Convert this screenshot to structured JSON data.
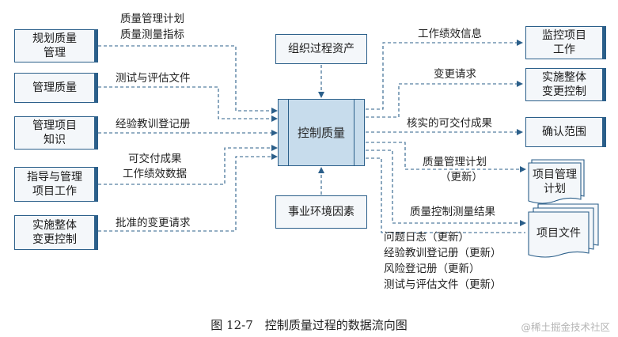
{
  "inputs": [
    {
      "id": "plan-quality",
      "label_lines": [
        "规划质量",
        "管理"
      ],
      "flow_lines": [
        "质量管理计划",
        "质量测量指标"
      ]
    },
    {
      "id": "manage-quality",
      "label_lines": [
        "管理质量"
      ],
      "flow_lines": [
        "测试与评估文件"
      ]
    },
    {
      "id": "manage-knowledge",
      "label_lines": [
        "管理项目",
        "知识"
      ],
      "flow_lines": [
        "经验教训登记册"
      ]
    },
    {
      "id": "direct-work",
      "label_lines": [
        "指导与管理",
        "项目工作"
      ],
      "flow_lines": [
        "可交付成果",
        "工作绩效数据"
      ]
    },
    {
      "id": "change-control",
      "label_lines": [
        "实施整体",
        "变更控制"
      ],
      "flow_lines": [
        "批准的变更请求"
      ]
    }
  ],
  "top_input": "组织过程资产",
  "bottom_input": "事业环境因素",
  "center": "控制质量",
  "outputs": [
    {
      "id": "monitor-work",
      "label_lines": [
        "监控项目",
        "工作"
      ],
      "flow_lines": [
        "工作绩效信息"
      ]
    },
    {
      "id": "integrated-change",
      "label_lines": [
        "实施整体",
        "变更控制"
      ],
      "flow_lines": [
        "变更请求"
      ]
    },
    {
      "id": "validate-scope",
      "label_lines": [
        "确认范围"
      ],
      "flow_lines": [
        "核实的可交付成果"
      ]
    }
  ],
  "documents": [
    {
      "id": "pm-plan",
      "label_lines": [
        "项目管理",
        "计划"
      ],
      "flow_lines": [
        "质量管理计划",
        "（更新）"
      ]
    },
    {
      "id": "project-docs",
      "label_lines": [
        "项目文件"
      ],
      "flow_lines": [
        "质量控制测量结果"
      ]
    }
  ],
  "doc_updates": [
    "问题日志（更新）",
    "经验教训登记册（更新）",
    "风险登记册（更新）",
    "测试与评估文件（更新）"
  ],
  "caption": "图 12-7　控制质量过程的数据流向图",
  "watermark": "@稀土掘金技术社区",
  "colors": {
    "line": "#2b5f8a",
    "box_fill": "#f4f7fa",
    "center_fill": "#c7dcec"
  }
}
